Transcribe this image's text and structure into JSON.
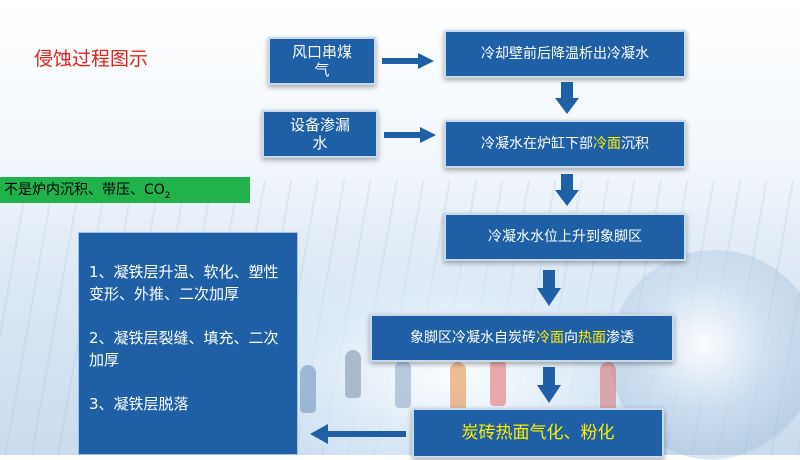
{
  "title": "侵蚀过程图示",
  "boxes": {
    "fengkou_line1": "风口串煤",
    "fengkou_line2": "气",
    "shebei_line1": "设备渗漏",
    "shebei_line2": "水",
    "step1": "冷却壁前后降温析出冷凝水",
    "step2_pre": "冷凝水在炉缸下部",
    "step2_hl": "冷面",
    "step2_post": "沉积",
    "step3": "冷凝水水位上升到象脚区",
    "step4_pre": "象脚区冷凝水自炭砖",
    "step4_hl1": "冷面",
    "step4_mid": "向",
    "step4_hl2": "热面",
    "step4_post": "渗透",
    "step5": "炭砖热面气化、粉化"
  },
  "tag": {
    "text": "不是炉内沉积、带压、CO",
    "sub": "2"
  },
  "panel": {
    "item1": "1、凝铁层升温、软化、塑性变形、外推、二次加厚",
    "item2": "2、凝铁层裂缝、填充、二次加厚",
    "item3": "3、凝铁层脱落"
  },
  "colors": {
    "box_fill": "#1f5fa6",
    "highlight": "#ffee00",
    "title": "#e2231a",
    "tag_fill": "#22b24c"
  }
}
